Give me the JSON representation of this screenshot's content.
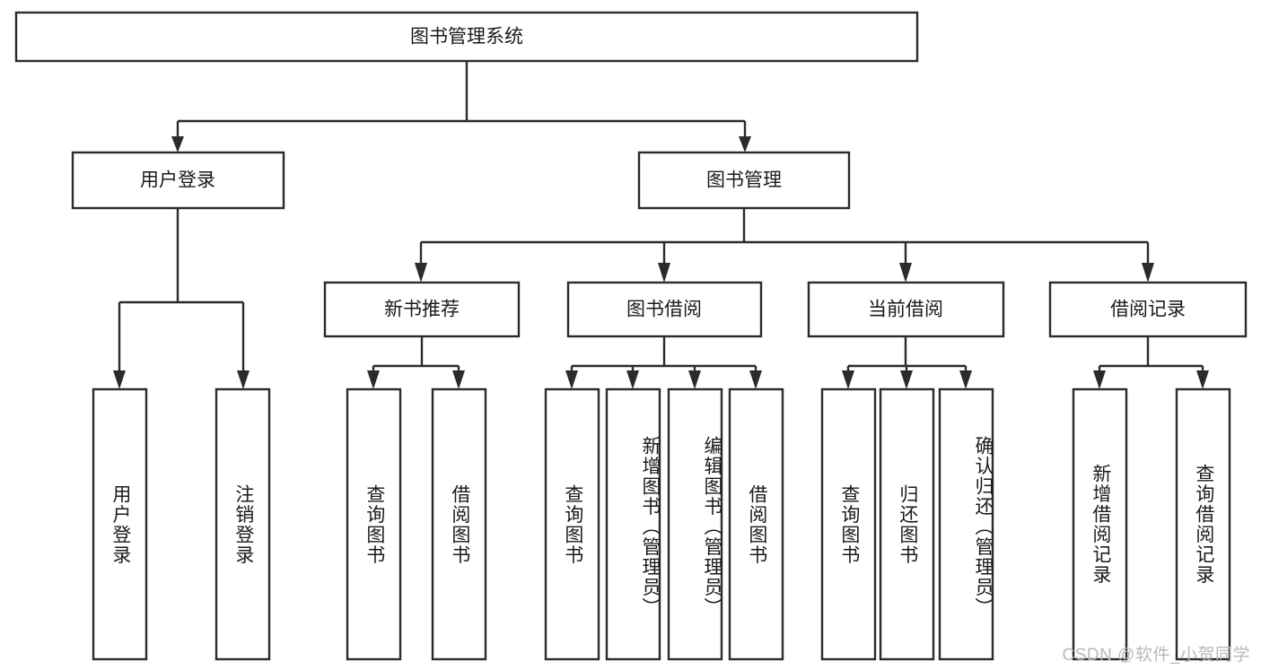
{
  "diagram": {
    "type": "tree",
    "title": "图书管理系统",
    "root": {
      "id": "root",
      "label": "图书管理系统",
      "orientation": "horizontal"
    },
    "level1": [
      {
        "id": "user-login",
        "label": "用户登录",
        "orientation": "horizontal"
      },
      {
        "id": "book-manage",
        "label": "图书管理",
        "orientation": "horizontal"
      }
    ],
    "level2": [
      {
        "id": "new-book-rec",
        "label": "新书推荐",
        "orientation": "horizontal",
        "parent": "book-manage"
      },
      {
        "id": "book-borrow",
        "label": "图书借阅",
        "orientation": "horizontal",
        "parent": "book-manage"
      },
      {
        "id": "current-borrow",
        "label": "当前借阅",
        "orientation": "horizontal",
        "parent": "book-manage"
      },
      {
        "id": "borrow-record",
        "label": "借阅记录",
        "orientation": "horizontal",
        "parent": "book-manage"
      }
    ],
    "leaves": [
      {
        "id": "leaf-user-login",
        "label": "用户登录",
        "orientation": "vertical",
        "parent": "user-login"
      },
      {
        "id": "leaf-user-logout",
        "label": "注销登录",
        "orientation": "vertical",
        "parent": "user-login"
      },
      {
        "id": "leaf-query-book-1",
        "label": "查询图书",
        "orientation": "vertical",
        "parent": "new-book-rec"
      },
      {
        "id": "leaf-borrow-book-1",
        "label": "借阅图书",
        "orientation": "vertical",
        "parent": "new-book-rec"
      },
      {
        "id": "leaf-query-book-2",
        "label": "查询图书",
        "orientation": "vertical",
        "parent": "book-borrow"
      },
      {
        "id": "leaf-add-book",
        "label": "新增图书（管理员）",
        "orientation": "vertical",
        "parent": "book-borrow"
      },
      {
        "id": "leaf-edit-book",
        "label": "编辑图书（管理员）",
        "orientation": "vertical",
        "parent": "book-borrow"
      },
      {
        "id": "leaf-borrow-book-2",
        "label": "借阅图书",
        "orientation": "vertical",
        "parent": "book-borrow"
      },
      {
        "id": "leaf-query-book-3",
        "label": "查询图书",
        "orientation": "vertical",
        "parent": "current-borrow"
      },
      {
        "id": "leaf-return-book",
        "label": "归还图书",
        "orientation": "vertical",
        "parent": "current-borrow"
      },
      {
        "id": "leaf-confirm-return",
        "label": "确认归还（管理员）",
        "orientation": "vertical",
        "parent": "current-borrow"
      },
      {
        "id": "leaf-add-record",
        "label": "新增借阅记录",
        "orientation": "vertical",
        "parent": "borrow-record"
      },
      {
        "id": "leaf-query-record",
        "label": "查询借阅记录",
        "orientation": "vertical",
        "parent": "borrow-record"
      }
    ]
  },
  "watermark": {
    "text": "CSDN @软件_小贺同学"
  },
  "colors": {
    "stroke": "#2b2b2b",
    "fill": "#ffffff",
    "text": "#1a1a1a",
    "watermark": "#b9b9b9"
  }
}
